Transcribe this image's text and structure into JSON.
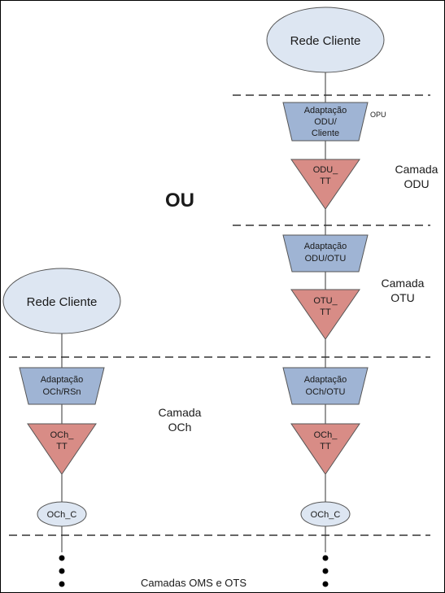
{
  "colors": {
    "ellipse_fill": "#dde6f2",
    "adapt_fill": "#9fb4d4",
    "tt_fill": "#d88c86",
    "line": "#333333"
  },
  "separator_text": "OU",
  "right_column": {
    "client": "Rede Cliente",
    "opu_label": "OPU",
    "adapt_odu": [
      "Adaptação",
      "ODU/",
      "Cliente"
    ],
    "odu_tt": [
      "ODU_",
      "TT"
    ],
    "layer_odu": [
      "Camada",
      "ODU"
    ],
    "adapt_otu": [
      "Adaptação",
      "ODU/OTU"
    ],
    "otu_tt": [
      "OTU_",
      "TT"
    ],
    "layer_otu": [
      "Camada",
      "OTU"
    ],
    "adapt_och": [
      "Adaptação",
      "OCh/OTU"
    ],
    "och_tt": [
      "OCh_",
      "TT"
    ],
    "och_c": "OCh_C"
  },
  "left_column": {
    "client": "Rede Cliente",
    "adapt_och": [
      "Adaptação",
      "OCh/RSn"
    ],
    "och_tt": [
      "OCh_",
      "TT"
    ],
    "och_c": "OCh_C"
  },
  "layer_och": [
    "Camada",
    "OCh"
  ],
  "bottom_label": "Camadas OMS e OTS"
}
